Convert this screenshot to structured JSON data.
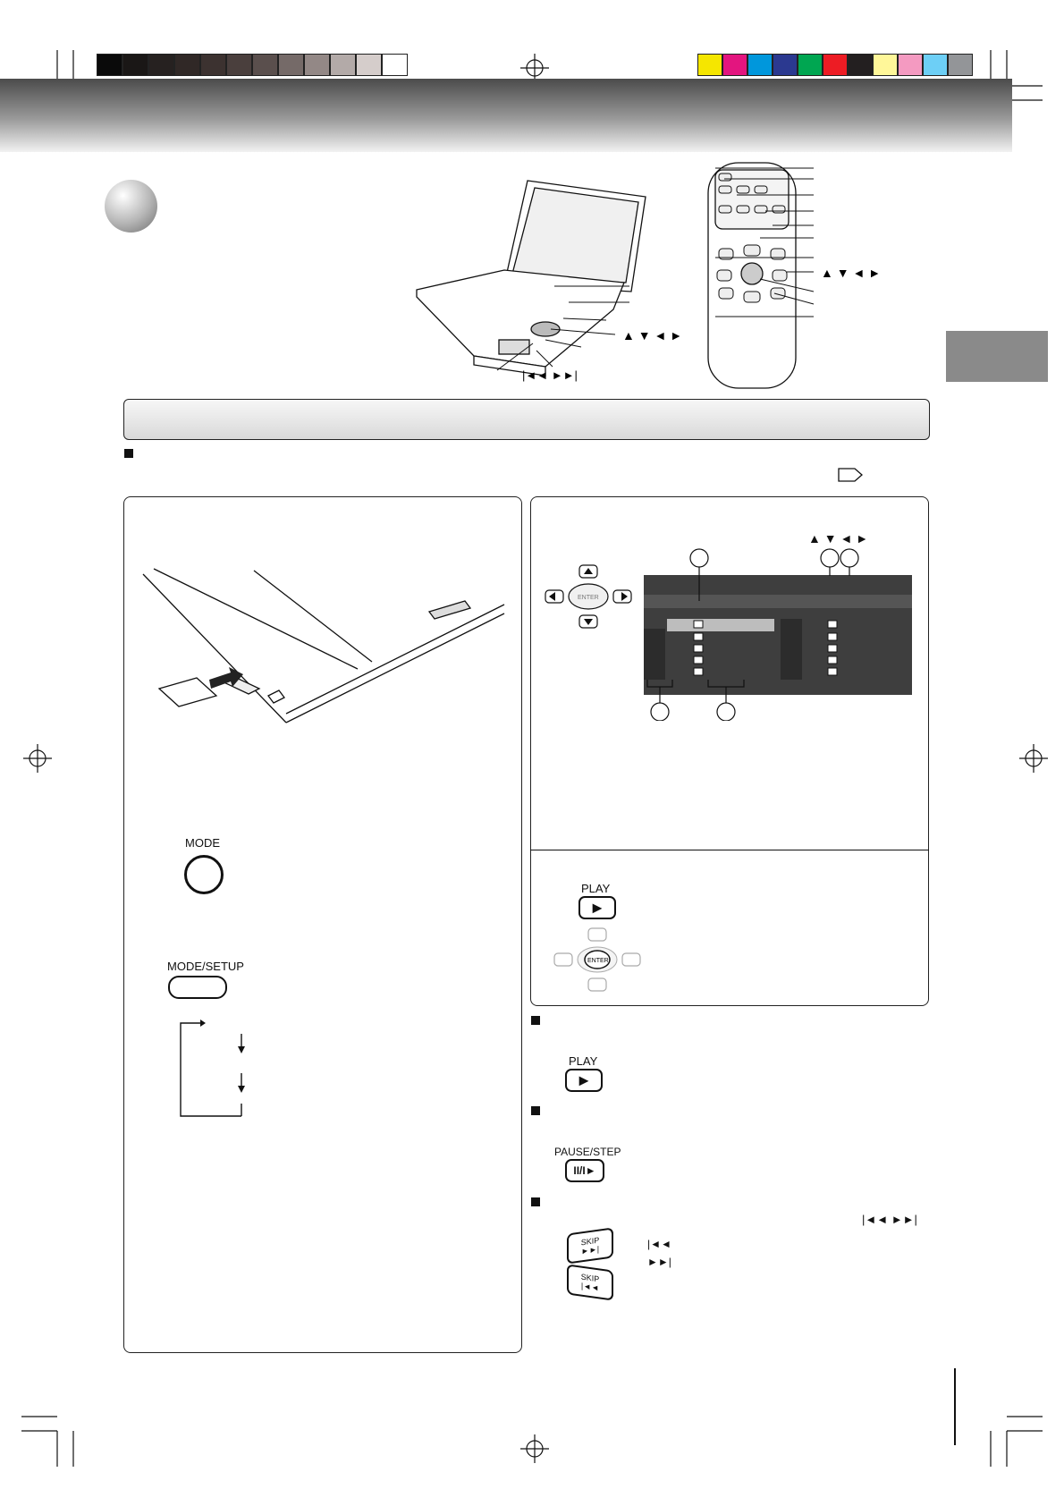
{
  "registration": {
    "grayscale_swatches": [
      "#0a0a0a",
      "#1a1716",
      "#262120",
      "#302826",
      "#3c3230",
      "#4a3f3d",
      "#5a4f4d",
      "#756a68",
      "#938886",
      "#b3aaa8",
      "#d5cdcb",
      "#ffffff"
    ],
    "color_swatches": [
      "#f5e600",
      "#e3157f",
      "#0097dc",
      "#2b3990",
      "#00a651",
      "#ed1c24",
      "#231f20",
      "#fff799",
      "#f49ac1",
      "#6dcff6",
      "#939598"
    ]
  },
  "player_labels": {
    "cursor_arrows": "▲ ▼ ◄ ►",
    "skip_arrows": "|◄◄ ►►|"
  },
  "remote_labels": {
    "cursor_arrows": "▲ ▼ ◄ ►"
  },
  "left_panel": {
    "mode_label": "MODE",
    "mode_setup_label": "MODE/SETUP"
  },
  "right_panel": {
    "osd_arrows": "▲ ▼ ◄ ►",
    "enter_label": "ENTER",
    "play_label": "PLAY",
    "play_symbol": "►"
  },
  "right_sections": {
    "play_label": "PLAY",
    "play_symbol": "►",
    "pause_label": "PAUSE/STEP",
    "pause_symbol": "II/I►",
    "skip_arrows": "|◄◄ ►►|",
    "skip_label": "SKIP",
    "skip_prev_symbol": "|◄◄",
    "skip_next_symbol": "►►|"
  }
}
